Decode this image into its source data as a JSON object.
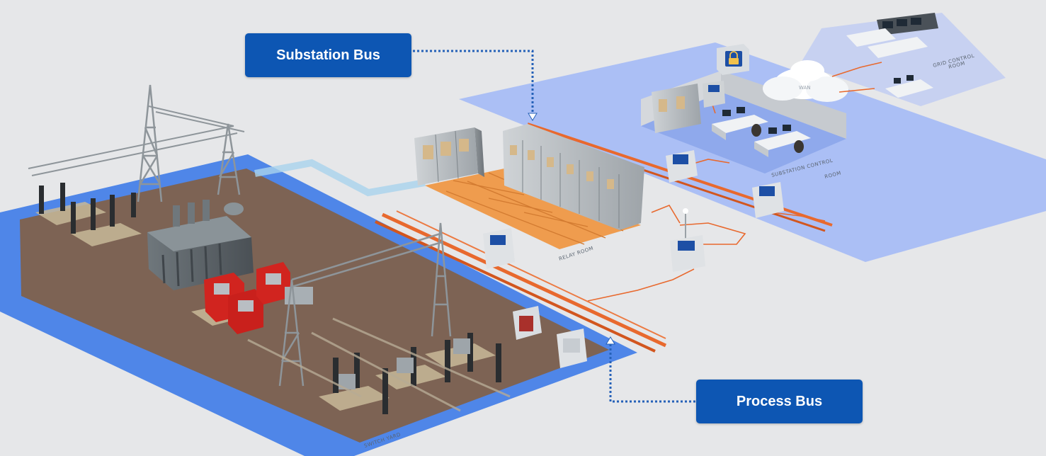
{
  "callouts": {
    "substation_bus": "Substation Bus",
    "process_bus": "Process Bus"
  },
  "zones": {
    "relay_room": "RELAY ROOM",
    "substation_control_room_1": "SUBSTATION CONTROL",
    "substation_control_room_2": "ROOM",
    "grid_control_room_1": "GRID CONTROL",
    "grid_control_room_2": "ROOM",
    "switch_yard": "SWITCH YARD",
    "cloud": "WAN"
  },
  "colors": {
    "callout_bg": "#0d56b3",
    "bus_orange": "#e8692e",
    "yard_blue": "#4f86e8",
    "floor_blue": "#9fb6f3",
    "relay_floor": "#ef9c4e",
    "yard_ground": "#7d6354",
    "dotted_link": "#2561b8"
  },
  "icons": {
    "lock": "lock-icon",
    "cloud": "cloud-icon"
  }
}
